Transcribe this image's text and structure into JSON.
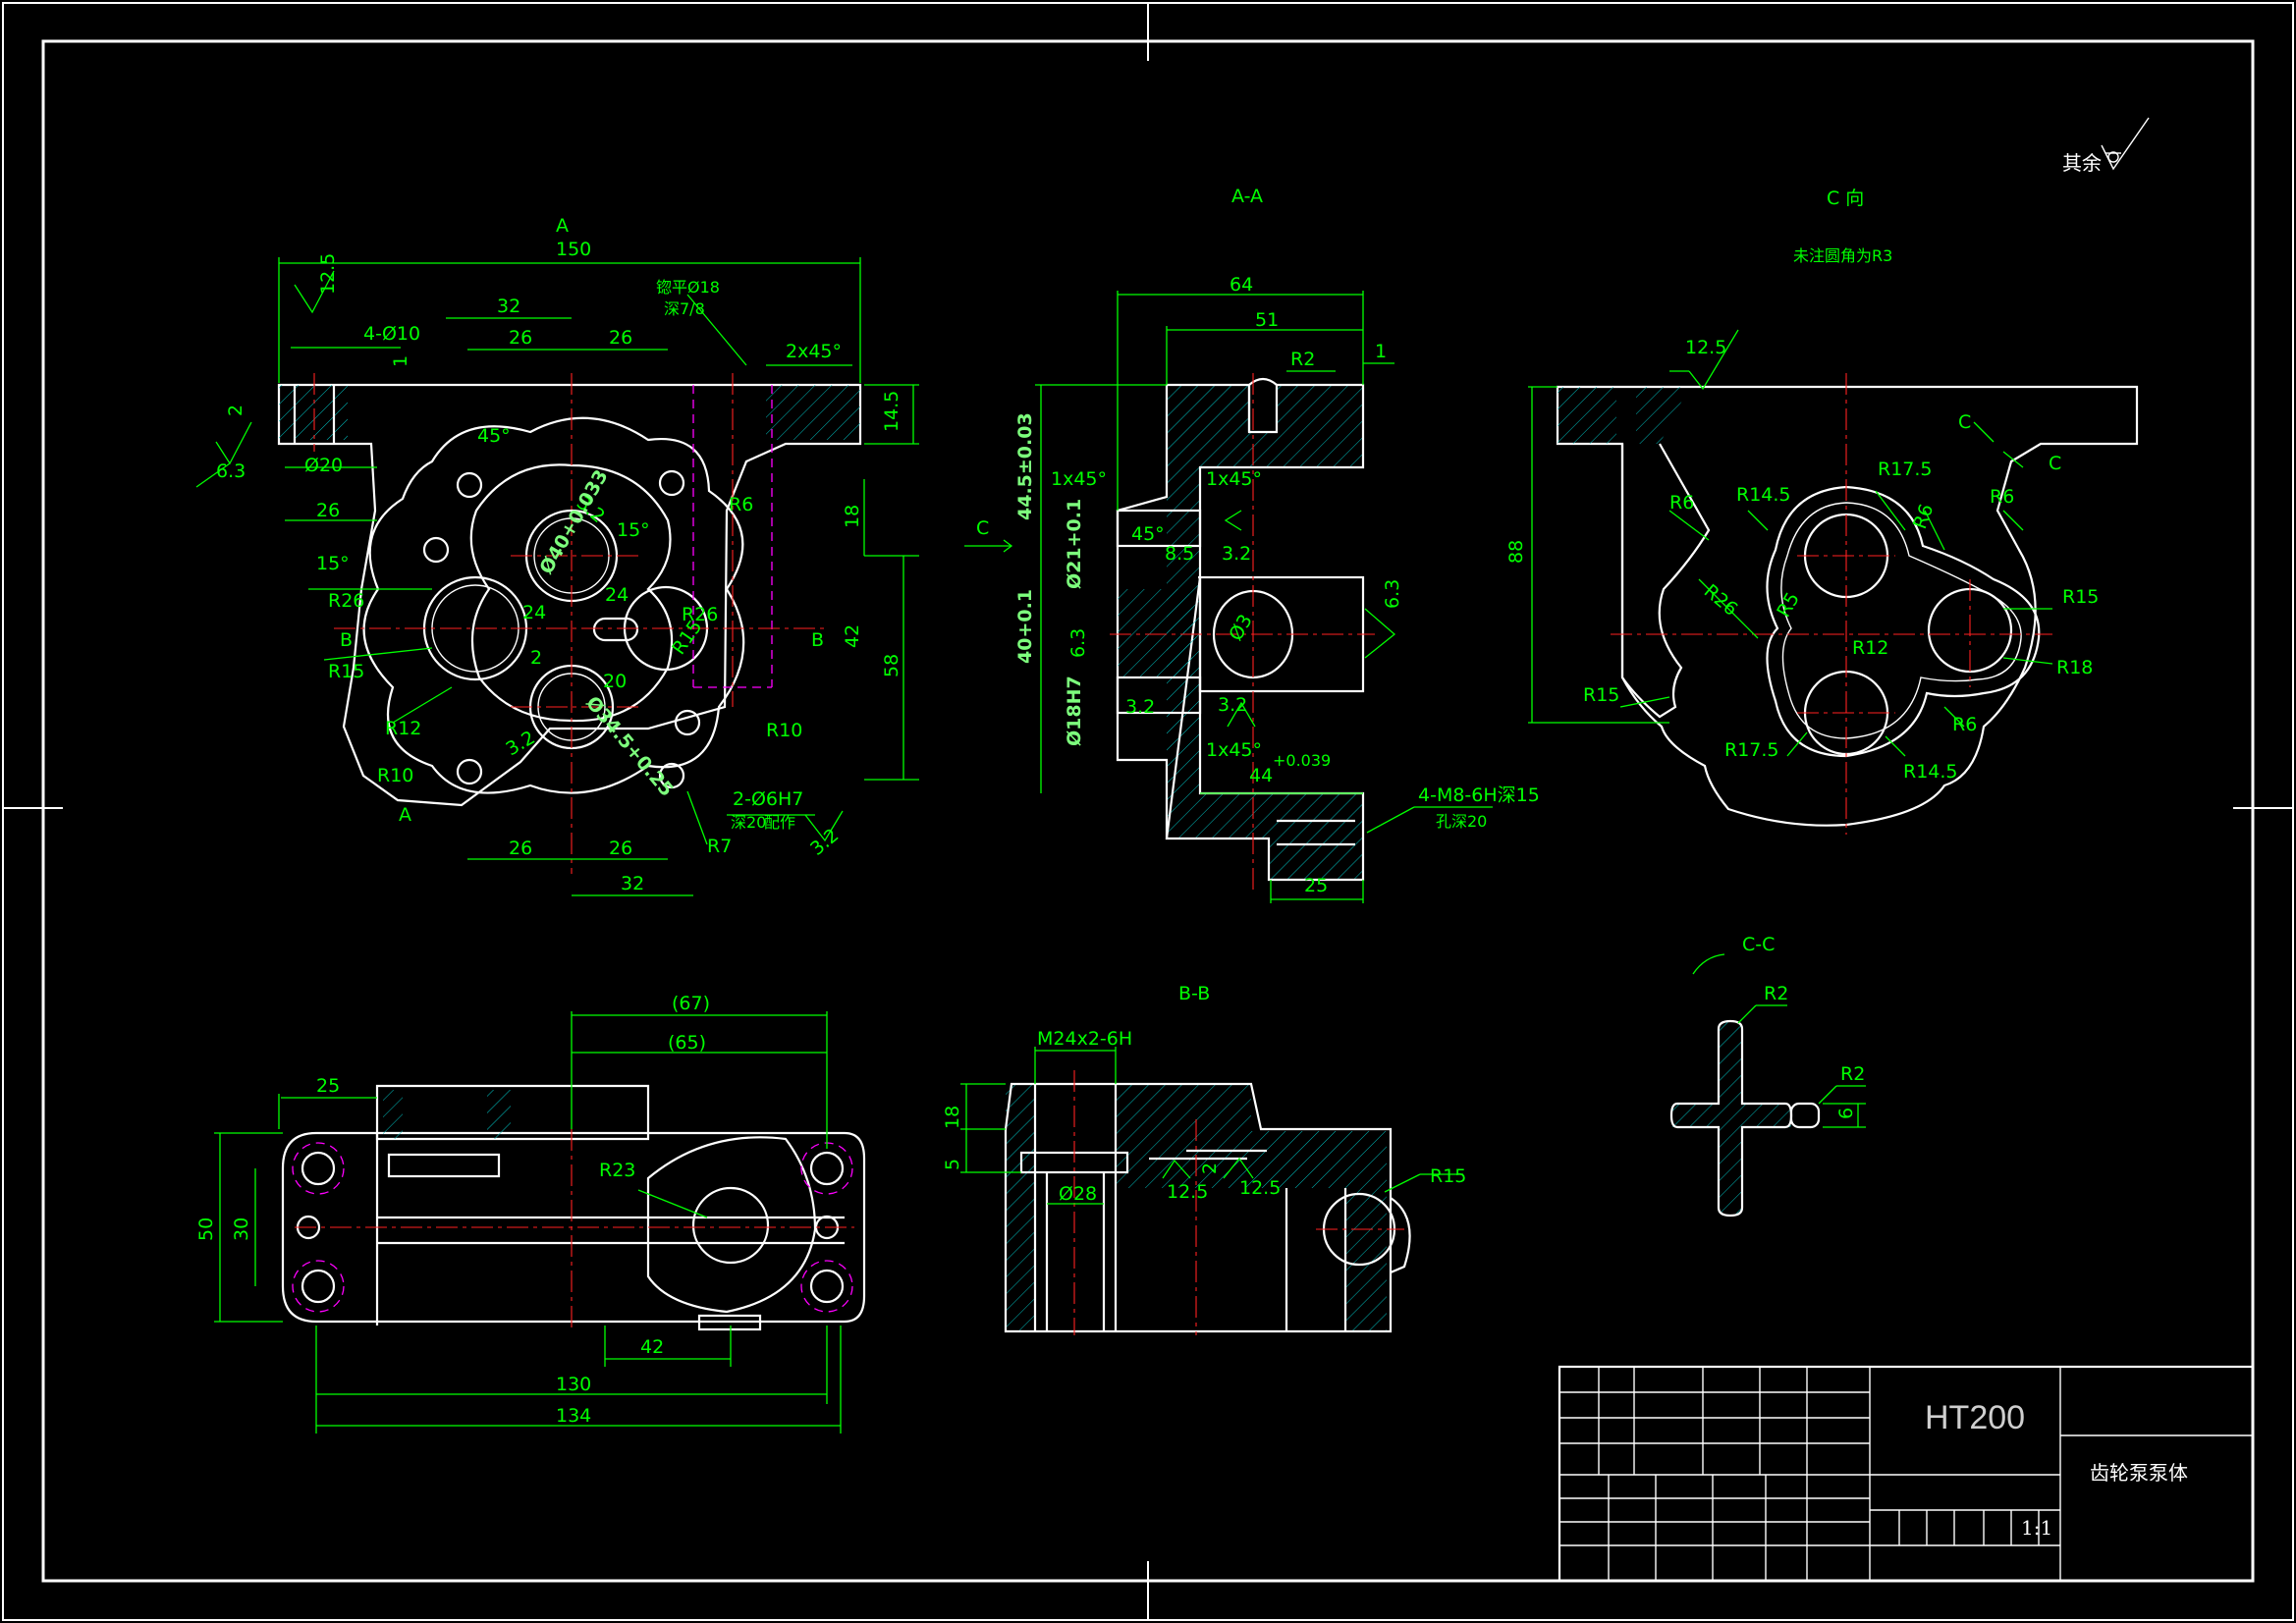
{
  "drawing": {
    "material": "HT200",
    "part_name": "齿轮泵泵体",
    "scale": "1:1",
    "general_roughness_label": "其余"
  },
  "views": {
    "section_aa_title": "A-A",
    "view_c_title": "C 向",
    "view_c_note": "未注圆角为R3",
    "section_bb_title": "B-B",
    "section_cc_title": "C-C",
    "cut_marks": {
      "a": "A",
      "b": "B",
      "c": "C"
    }
  },
  "front_view_dims": {
    "overall_width": "150",
    "pitch_32_top": "32",
    "d26_a": "26",
    "d26_b": "26",
    "holes_4x10": "4-Ø10",
    "spot_face_note": "锪平Ø18",
    "spot_face_depth": "深7/8",
    "chamfer": "2x45°",
    "d12_5": "12.5",
    "d2": "2",
    "d6_3": "6.3",
    "d20_dia": "Ø20",
    "d26_left": "26",
    "d15deg_a": "15°",
    "d45deg": "45°",
    "d1": "1",
    "d14_5": "14.5",
    "d18": "18",
    "d42": "42",
    "d58": "58",
    "r6": "R6",
    "r26": "R26",
    "r15": "R15",
    "r12": "R12",
    "r10_a": "R10",
    "r10_b": "R10",
    "r7": "R7",
    "r26b": "R26",
    "r15b": "R15",
    "d24_a": "24",
    "d24_b": "24",
    "d20": "20",
    "d2b": "2",
    "d3_2_a": "3.2",
    "d3_2_b": "3.2",
    "d15deg_b": "15°",
    "bore_a": "Ø40+0.033",
    "bore_b": "Ø34.5+0.25",
    "pin_holes": "2-Ø6H7",
    "pin_depth": "深20",
    "pin_note": "配作",
    "d3_2_c": "3.2",
    "d26_bottom_a": "26",
    "d26_bottom_b": "26",
    "d32_bottom": "32"
  },
  "aa_dims": {
    "d64": "64",
    "d51": "51",
    "r2": "R2",
    "d1": "1",
    "d44_5": "44.5±0.03",
    "c1x45_a": "1x45°",
    "c1x45_b": "1x45°",
    "c1x45_c": "1x45°",
    "d45deg": "45°",
    "d8_5": "8.5",
    "d21": "Ø21+0.1",
    "d40": "40+0.1",
    "d18h": "Ø18H7",
    "d6_3_a": "6.3",
    "d6_3_b": "6.3",
    "d3_2_a": "3.2",
    "d3_2_b": "3.2",
    "d3_2_c": "3.2",
    "d3": "Ø3",
    "d44": "44",
    "d44_tol": "+0.039",
    "thread": "4-M8-6H深15",
    "thread_depth": "孔深20",
    "d25": "25"
  },
  "view_c_dims": {
    "d12_5": "12.5",
    "d88": "88",
    "r6_a": "R6",
    "r6_b": "R6",
    "r6_c": "R6",
    "r6_d": "R6",
    "r14_5_a": "R14.5",
    "r14_5_b": "R14.5",
    "r17_5_a": "R17.5",
    "r17_5_b": "R17.5",
    "r26": "R26",
    "r15_a": "R15",
    "r15_b": "R15",
    "r18": "R18",
    "r12": "R12",
    "r5": "R5",
    "c_mark_a": "C",
    "c_mark_b": "C"
  },
  "bottom_view_dims": {
    "d67": "(67)",
    "d65": "(65)",
    "d25": "25",
    "d50": "50",
    "d30": "30",
    "r23": "R23",
    "d42": "42",
    "d130": "130",
    "d134": "134"
  },
  "bb_dims": {
    "thread": "M24x2-6H",
    "d18": "18",
    "d5": "5",
    "d28": "Ø28",
    "d12_5_a": "12.5",
    "d12_5_b": "12.5",
    "d2": "2",
    "r15": "R15"
  },
  "cc_dims": {
    "r2_a": "R2",
    "r2_b": "R2",
    "d6": "6"
  }
}
